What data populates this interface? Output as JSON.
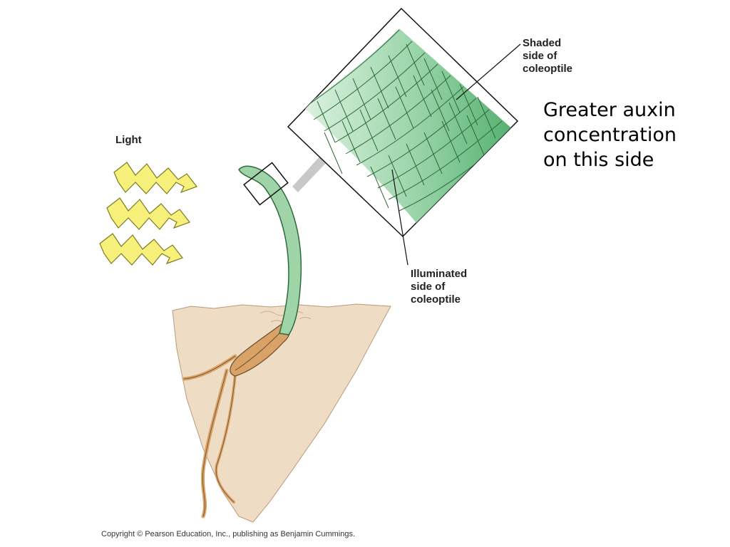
{
  "labels": {
    "light": "Light",
    "shaded": [
      "Shaded",
      "side of",
      "coleoptile"
    ],
    "illuminated": [
      "Illuminated",
      "side of",
      "coleoptile"
    ]
  },
  "note": [
    "Greater auxin",
    "concentration",
    "on this side"
  ],
  "copyright": "Copyright © Pearson Education, Inc., publishing as Benjamin Cummings.",
  "colors": {
    "soil": "#eedcc4",
    "coleoptile": "#9fd4a8",
    "light_rays": "#f7f07a",
    "seed": "#d9a368",
    "cells_shaded": "#3aa55a",
    "cells_illuminated": "#d8f0dc",
    "arrow": "#c8c8c8"
  }
}
